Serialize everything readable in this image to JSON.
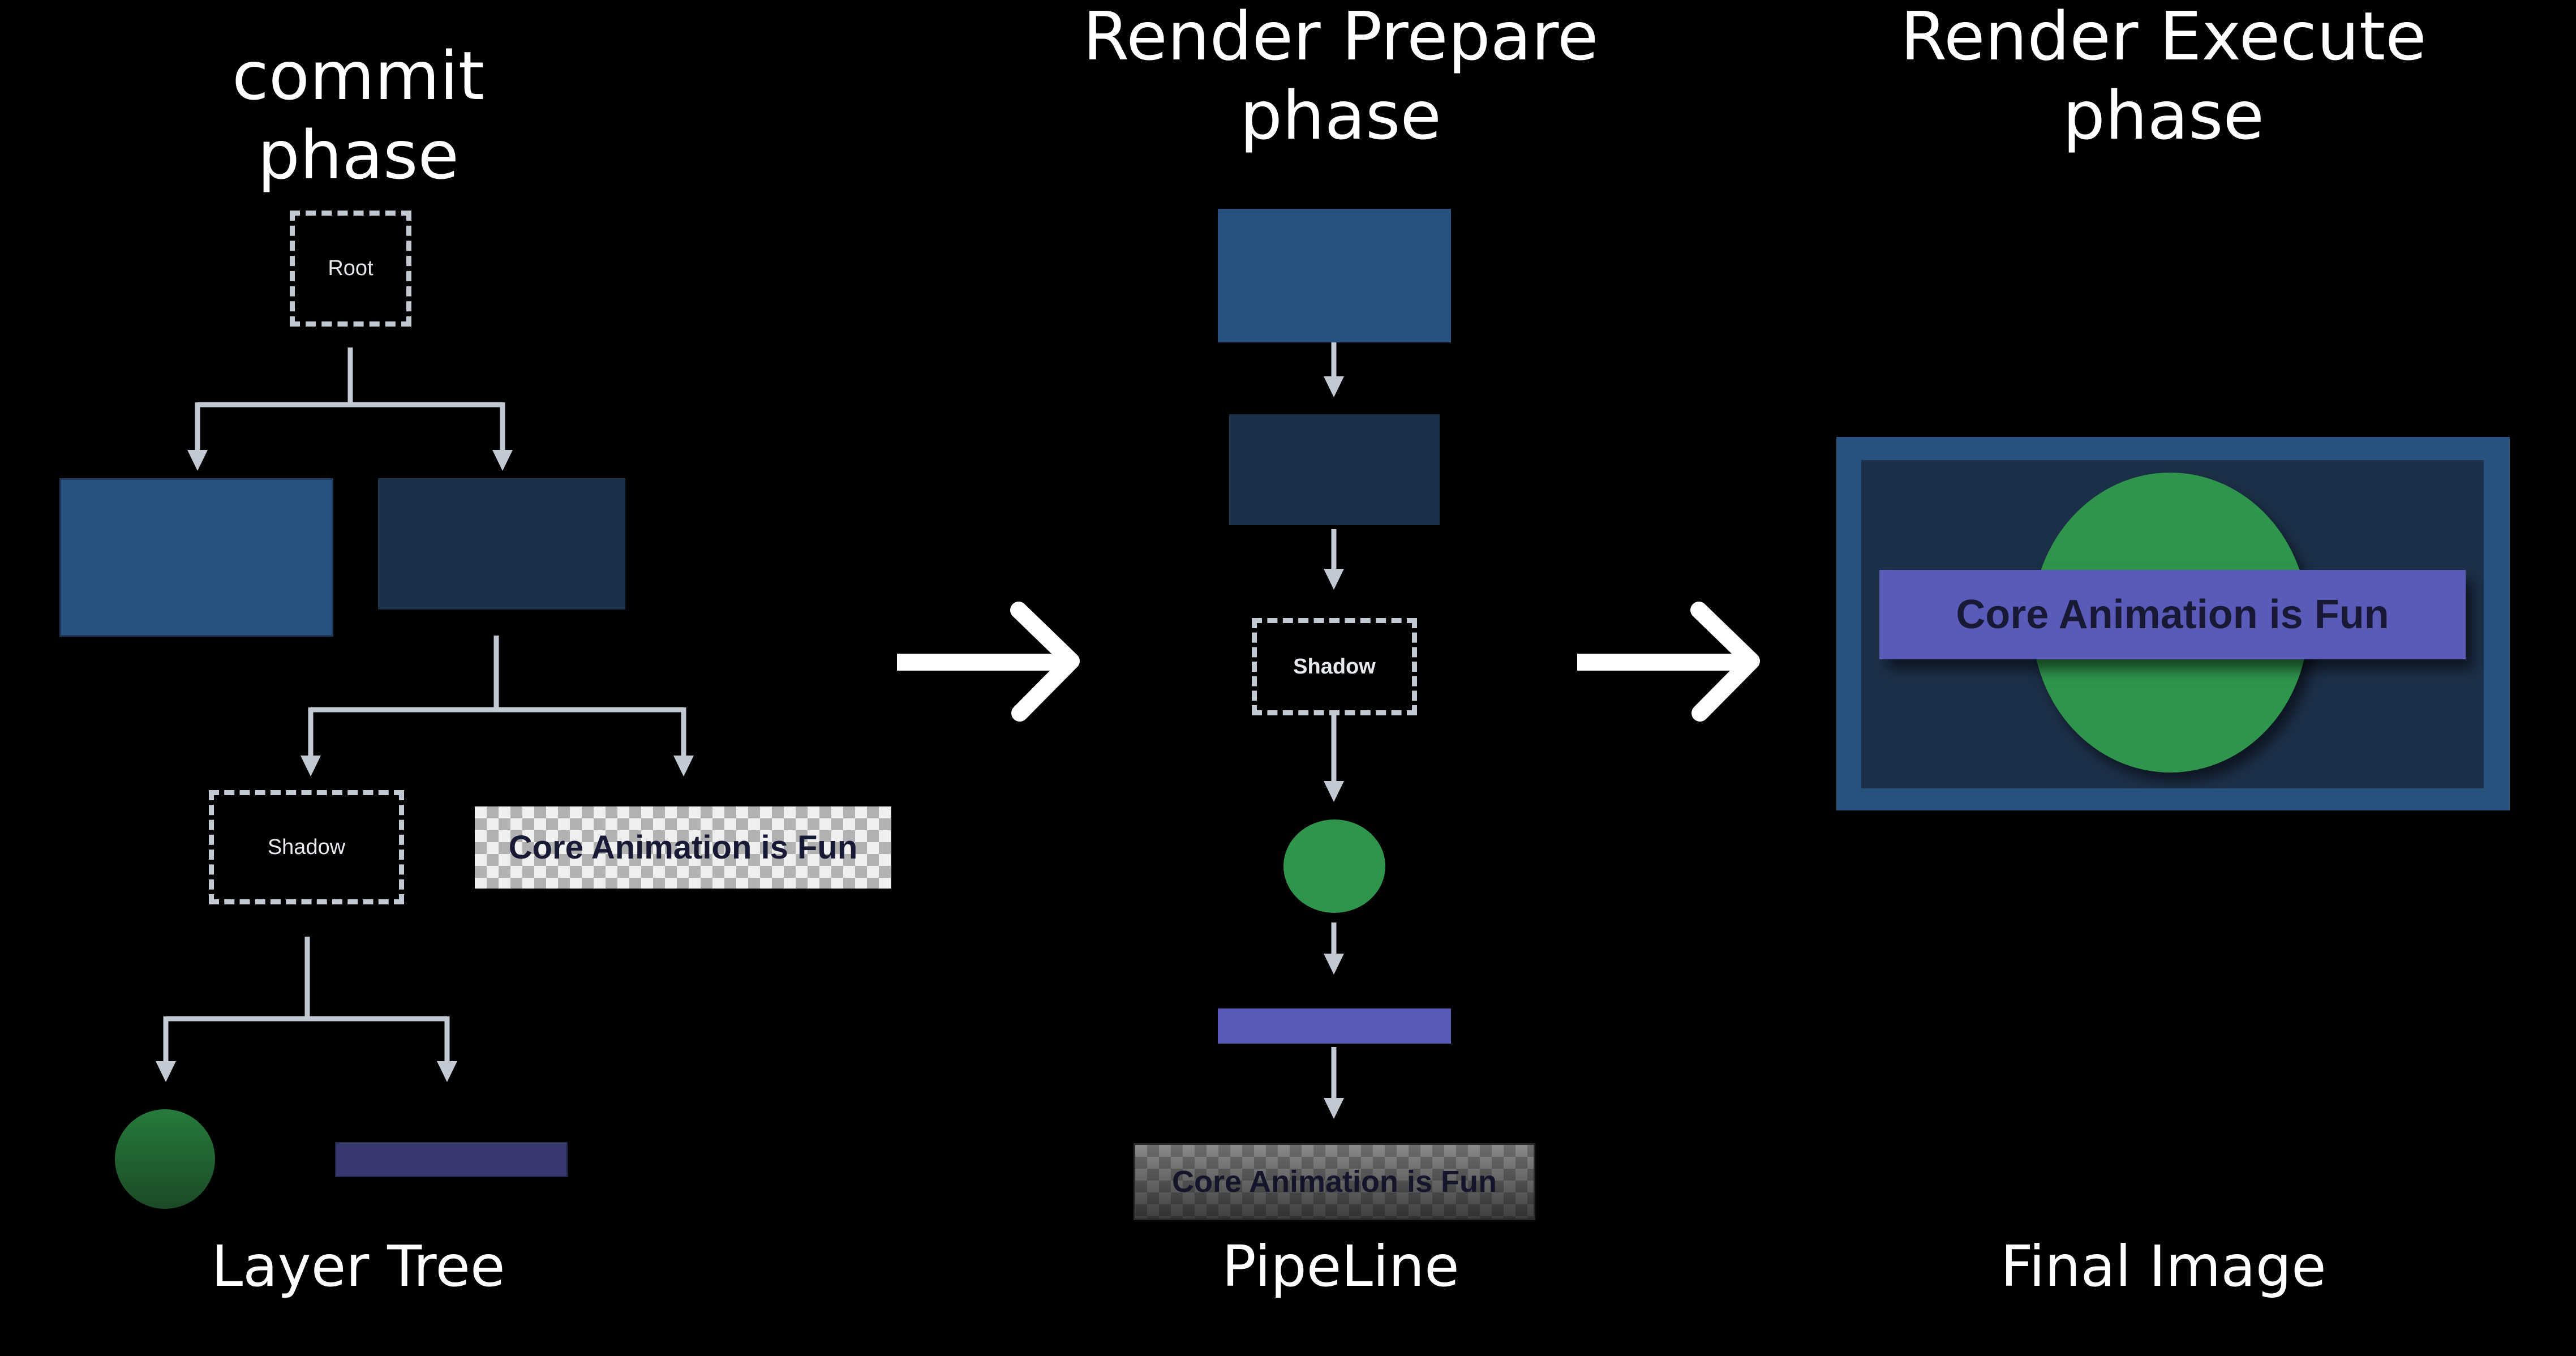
{
  "titles": {
    "commit": "commit phase",
    "prepare_line1": "Render Prepare",
    "prepare_line2": "phase",
    "execute_line1": "Render Execute",
    "execute_line2": "phase"
  },
  "captions": {
    "layer_tree": "Layer Tree",
    "pipeline": "PipeLine",
    "final_image": "Final Image"
  },
  "layer_tree": {
    "root_label": "Root",
    "shadow_label": "Shadow",
    "text_layer_label": "Core Animation is Fun"
  },
  "pipeline": {
    "shadow_label": "Shadow",
    "text_layer_label": "Core Animation is Fun"
  },
  "final_image": {
    "banner_text": "Core Animation is Fun"
  },
  "colors": {
    "background": "#000000",
    "layer_blue": "#28527e",
    "layer_navy": "#1d3049",
    "circle_green": "#2f954c",
    "banner_purple": "#5a5ab8",
    "banner_purple_dim": "#37386e",
    "connector": "#c2c9d3",
    "text_dark": "#181a35"
  },
  "icons": {
    "flow_arrow_1": "arrow-right-icon",
    "flow_arrow_2": "arrow-right-icon"
  }
}
